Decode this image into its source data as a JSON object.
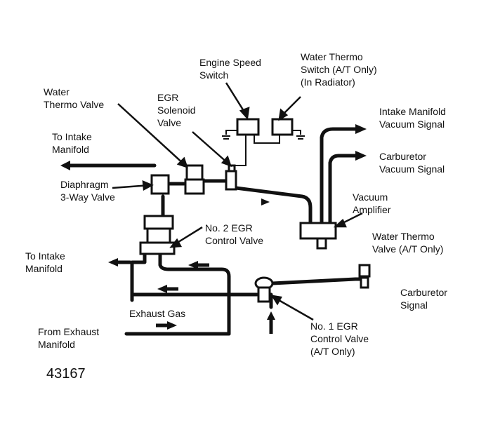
{
  "labels": {
    "engine_speed_switch": "Engine Speed\nSwitch",
    "water_thermo_switch": "Water Thermo\nSwitch (A/T Only)\n(In Radiator)",
    "water_thermo_valve": "Water\nThermo Valve",
    "egr_solenoid_valve": "EGR\nSolenoid\nValve",
    "intake_manifold_vacuum_signal": "Intake Manifold\nVacuum Signal",
    "to_intake_manifold_top": "To Intake\nManifold",
    "carburetor_vacuum_signal": "Carburetor\nVacuum Signal",
    "diaphragm_3way_valve": "Diaphragm\n3-Way Valve",
    "vacuum_amplifier": "Vacuum\nAmplifier",
    "no2_egr_control_valve": "No. 2 EGR\nControl Valve",
    "water_thermo_valve_at": "Water Thermo\nValve (A/T Only)",
    "to_intake_manifold_left": "To Intake\nManifold",
    "carburetor_signal": "Carburetor\nSignal",
    "exhaust_gas": "Exhaust Gas",
    "from_exhaust_manifold": "From Exhaust\nManifold",
    "no1_egr_control_valve": "No. 1 EGR\nControl Valve\n(A/T Only)",
    "figure_number": "43167"
  },
  "colors": {
    "ink": "#111111",
    "paper": "#ffffff"
  }
}
